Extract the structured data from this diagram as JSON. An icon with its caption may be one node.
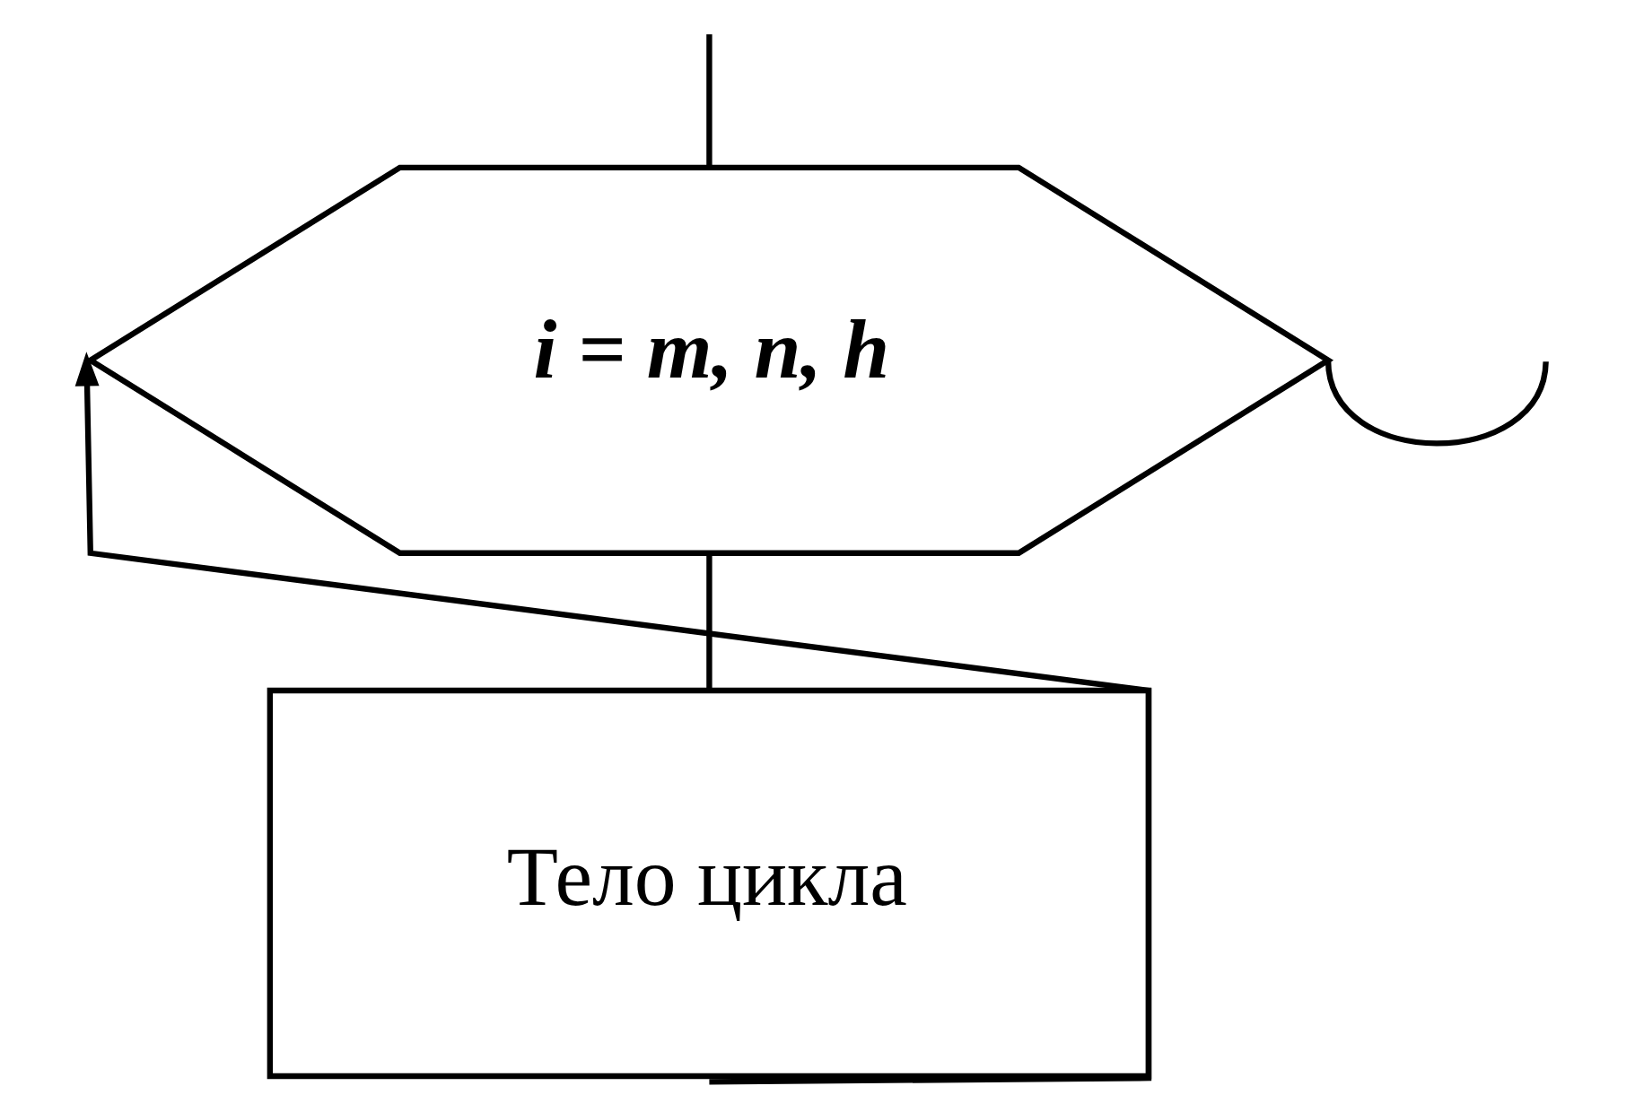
{
  "diagram": {
    "nodes": [
      {
        "text": [
          "i = m, n, h"
        ]
      },
      {
        "text": [
          "Тело цикла"
        ]
      }
    ],
    "edges": [
      {
        "from": null,
        "to": 0,
        "arrow": "none"
      },
      {
        "from": 0,
        "to": 1,
        "arrow": "none"
      },
      {
        "from": 1,
        "to": 0,
        "arrow": "to"
      },
      {
        "from": 0,
        "to": null,
        "arrow": "none"
      }
    ]
  }
}
